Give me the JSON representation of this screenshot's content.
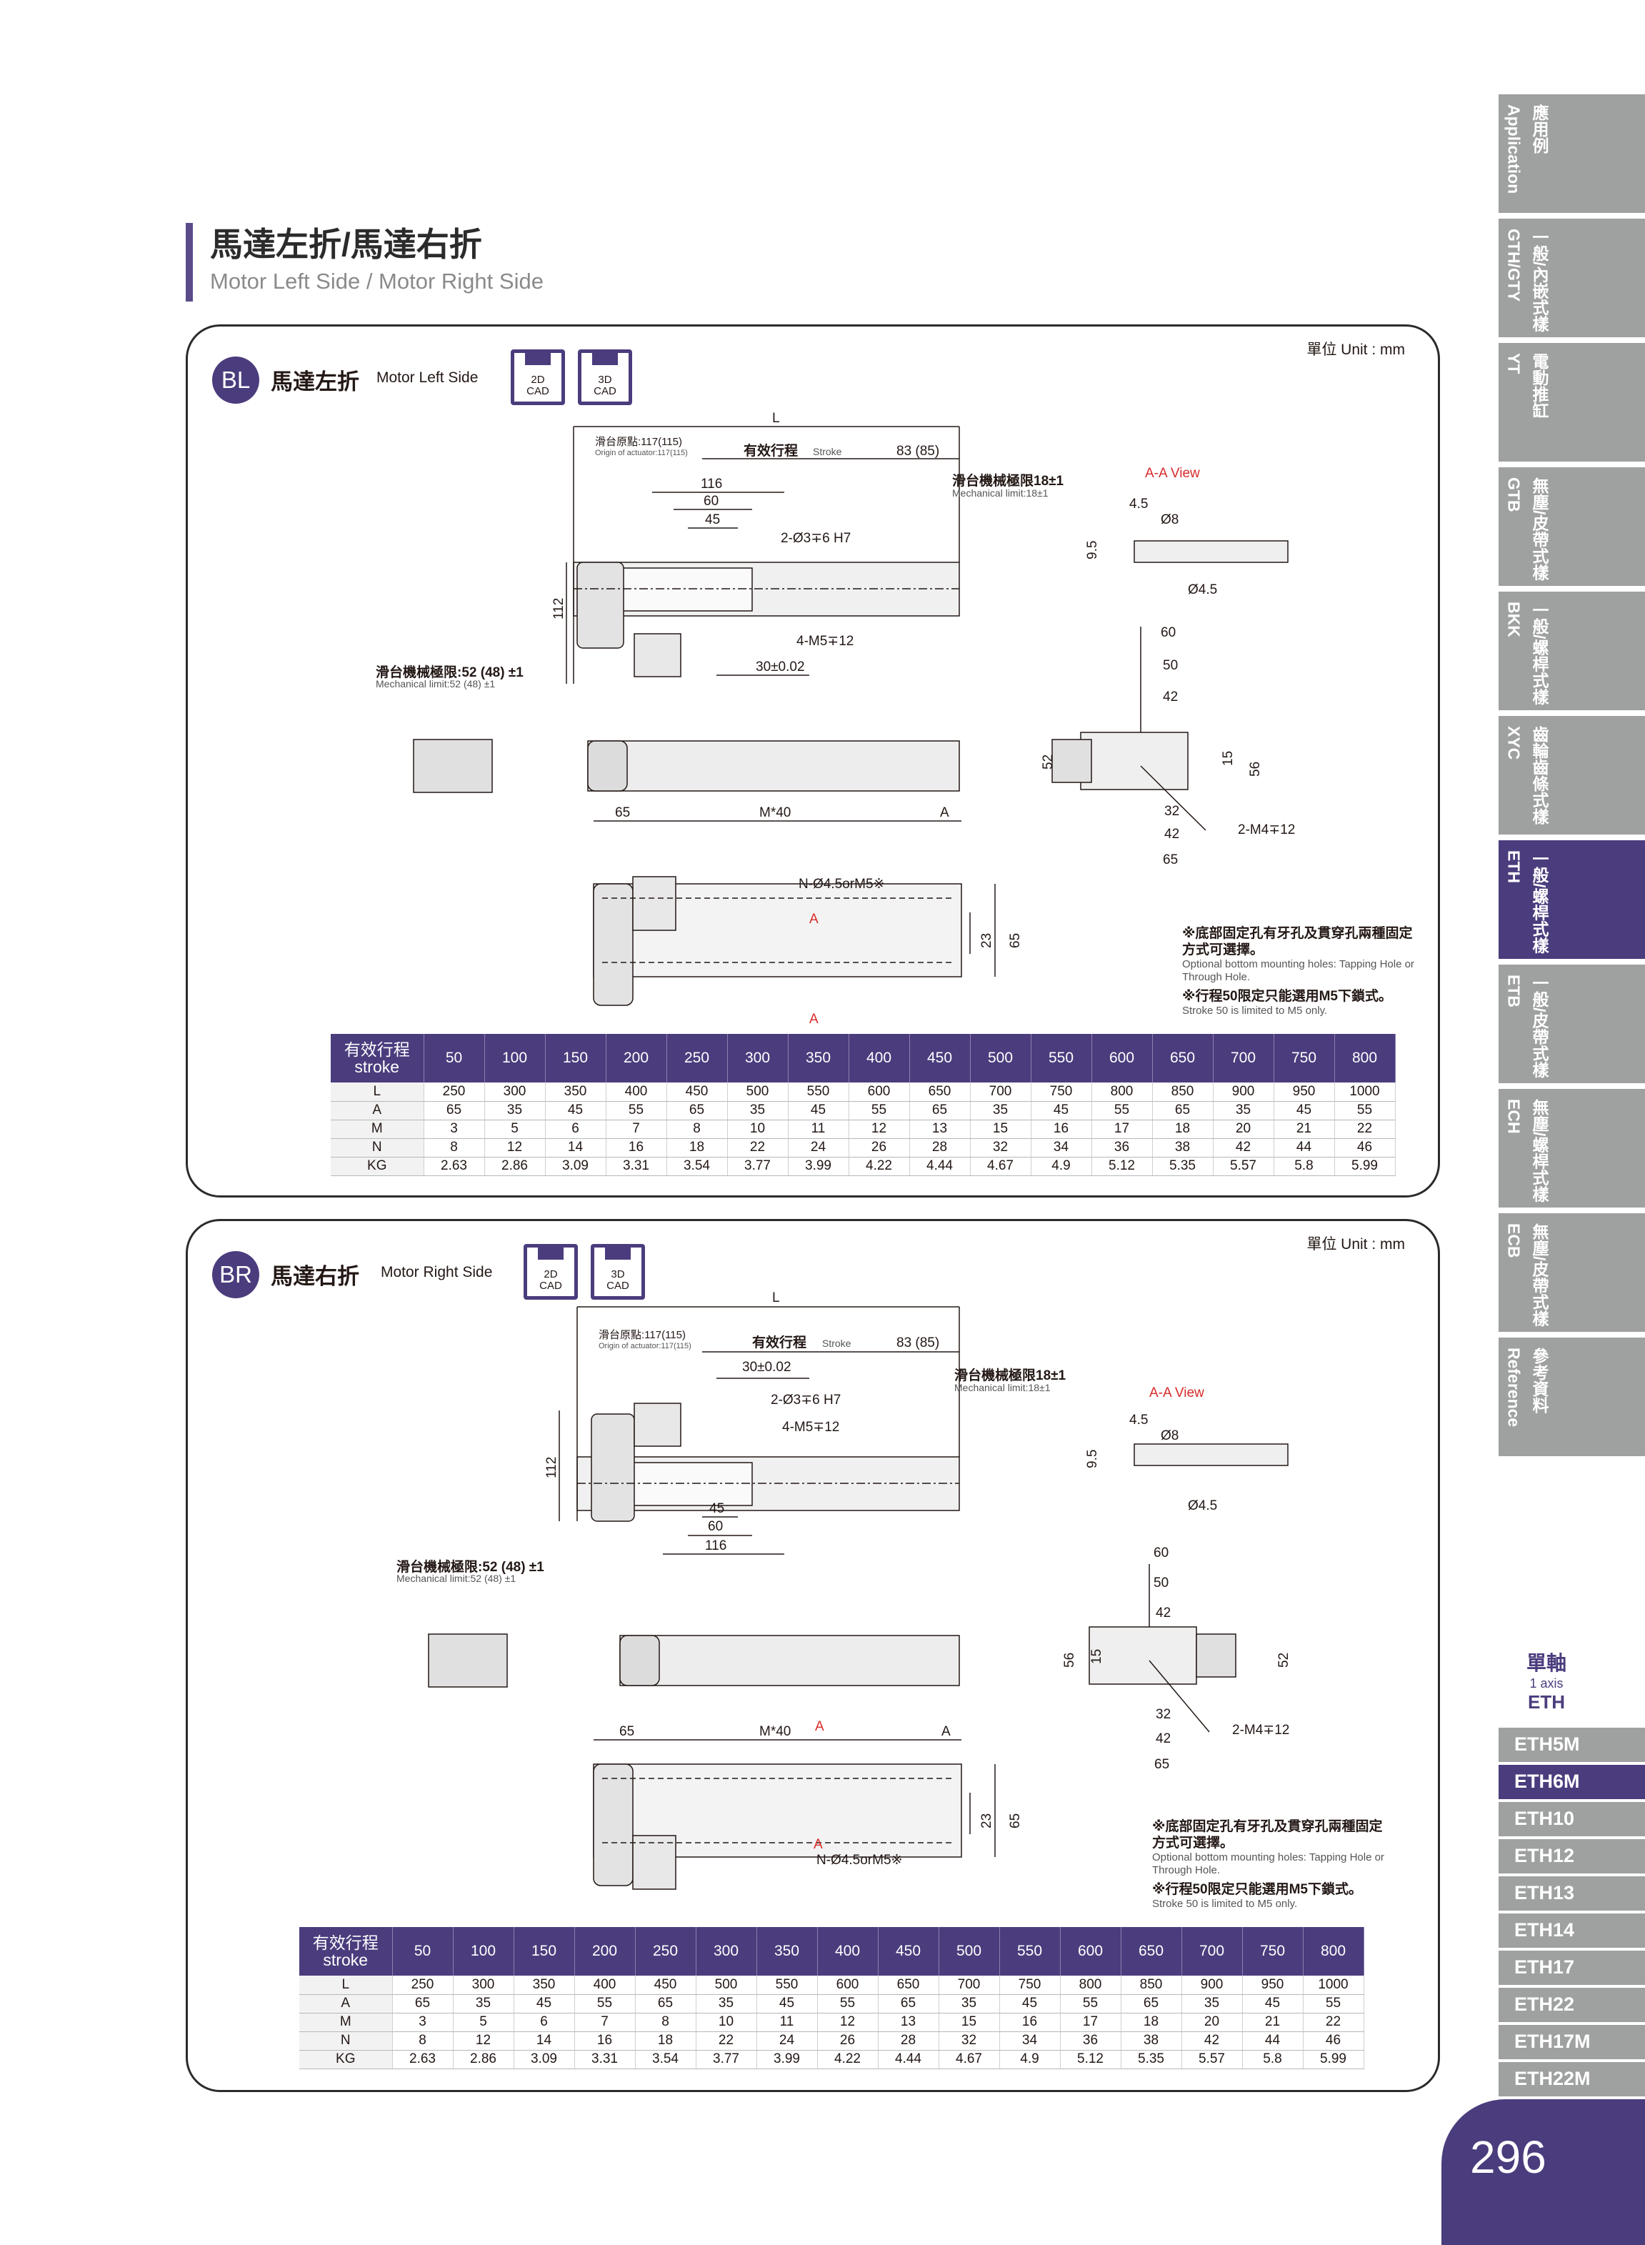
{
  "header": {
    "title_cn": "馬達左折/馬達右折",
    "title_en": "Motor Left Side / Motor Right Side"
  },
  "side_tabs": [
    {
      "line1": "應用例",
      "line2": "Application",
      "active": false
    },
    {
      "line1": "一般/內嵌式樣",
      "line2": "GTH/GTY",
      "active": false
    },
    {
      "line1": "電動推缸",
      "line2": "YT",
      "active": false
    },
    {
      "line1": "無塵/皮帶式樣",
      "line2": "GTB",
      "active": false
    },
    {
      "line1": "一般/螺桿式樣",
      "line2": "BKK",
      "active": false
    },
    {
      "line1": "齒輪齒條式樣",
      "line2": "XYC",
      "active": false
    },
    {
      "line1": "一般/螺桿式樣",
      "line2": "ETH",
      "active": true
    },
    {
      "line1": "一般/皮帶式樣",
      "line2": "ETB",
      "active": false
    },
    {
      "line1": "無塵/螺桿式樣",
      "line2": "ECH",
      "active": false
    },
    {
      "line1": "無塵/皮帶式樣",
      "line2": "ECB",
      "active": false
    },
    {
      "line1": "參考資料",
      "line2": "Reference",
      "active": false
    }
  ],
  "axis": {
    "cn": "單軸",
    "en": "1 axis",
    "model": "ETH"
  },
  "models": [
    {
      "label": "ETH5M",
      "active": false
    },
    {
      "label": "ETH6M",
      "active": true
    },
    {
      "label": "ETH10",
      "active": false
    },
    {
      "label": "ETH12",
      "active": false
    },
    {
      "label": "ETH13",
      "active": false
    },
    {
      "label": "ETH14",
      "active": false
    },
    {
      "label": "ETH17",
      "active": false
    },
    {
      "label": "ETH22",
      "active": false
    },
    {
      "label": "ETH17M",
      "active": false
    },
    {
      "label": "ETH22M",
      "active": false
    }
  ],
  "page_number": "296",
  "colors": {
    "brand": "#4b3c7d",
    "tab_gray": "#9fa0a0",
    "red": "#d72a2a",
    "blue": "#2b8ed9"
  },
  "sections": [
    {
      "badge": "BL",
      "title_cn": "馬達左折",
      "title_en": "Motor Left Side",
      "unit": "單位 Unit : mm",
      "cad_2d": [
        "2D",
        "CAD"
      ],
      "cad_3d": [
        "3D",
        "CAD"
      ],
      "dims": {
        "L": "L",
        "origin_cn": "滑台原點:117(115)",
        "origin_en": "Origin of actuator:117(115)",
        "stroke_cn": "有效行程",
        "stroke_en": "Stroke",
        "stroke_end": "83 (85)",
        "mech_cn": "滑台機械極限18±1",
        "mech_en": "Mechanical limit:18±1",
        "mech52_cn": "滑台機械極限:52 (48) ±1",
        "mech52_en": "Mechanical limit:52 (48) ±1",
        "d116": "116",
        "d60": "60",
        "d45": "45",
        "pin": "2-Ø3∓6 H7",
        "tap": "4-M5∓12",
        "d30": "30±0.02",
        "d112": "112",
        "aa_view": "A-A View",
        "d4_5": "4.5",
        "o8": "Ø8",
        "d9_5": "9.5",
        "o4_5": "Ø4.5",
        "e60": "60",
        "e50": "50",
        "e42": "42",
        "e52": "52",
        "e15": "15",
        "e56": "56",
        "e32": "32",
        "e42b": "42",
        "e65": "65",
        "m4": "2-M4∓12",
        "b65": "65",
        "bm40": "M*40",
        "bA": "A",
        "hole": "N-Ø4.5orM5※",
        "secA": "A",
        "d23": "23",
        "d65v": "65"
      },
      "notes": {
        "n1_cn": "※底部固定孔有牙孔及貫穿孔兩種固定方式可選擇。",
        "n1_en": "Optional bottom mounting holes: Tapping Hole or Through Hole.",
        "n2_cn": "※行程50限定只能選用M5下鎖式。",
        "n2_en": "Stroke 50 is limited to M5 only."
      },
      "table": {
        "head_cn": "有效行程",
        "head_en": "stroke",
        "strokes": [
          "50",
          "100",
          "150",
          "200",
          "250",
          "300",
          "350",
          "400",
          "450",
          "500",
          "550",
          "600",
          "650",
          "700",
          "750",
          "800"
        ],
        "rows": [
          {
            "label": "L",
            "values": [
              "250",
              "300",
              "350",
              "400",
              "450",
              "500",
              "550",
              "600",
              "650",
              "700",
              "750",
              "800",
              "850",
              "900",
              "950",
              "1000"
            ]
          },
          {
            "label": "A",
            "values": [
              "65",
              "35",
              "45",
              "55",
              "65",
              "35",
              "45",
              "55",
              "65",
              "35",
              "45",
              "55",
              "65",
              "35",
              "45",
              "55"
            ]
          },
          {
            "label": "M",
            "values": [
              "3",
              "5",
              "6",
              "7",
              "8",
              "10",
              "11",
              "12",
              "13",
              "15",
              "16",
              "17",
              "18",
              "20",
              "21",
              "22"
            ]
          },
          {
            "label": "N",
            "values": [
              "8",
              "12",
              "14",
              "16",
              "18",
              "22",
              "24",
              "26",
              "28",
              "32",
              "34",
              "36",
              "38",
              "42",
              "44",
              "46"
            ]
          },
          {
            "label": "KG",
            "values": [
              "2.63",
              "2.86",
              "3.09",
              "3.31",
              "3.54",
              "3.77",
              "3.99",
              "4.22",
              "4.44",
              "4.67",
              "4.9",
              "5.12",
              "5.35",
              "5.57",
              "5.8",
              "5.99"
            ]
          }
        ]
      }
    },
    {
      "badge": "BR",
      "title_cn": "馬達右折",
      "title_en": "Motor Right Side",
      "unit": "單位 Unit : mm",
      "cad_2d": [
        "2D",
        "CAD"
      ],
      "cad_3d": [
        "3D",
        "CAD"
      ],
      "dims": {
        "L": "L",
        "origin_cn": "滑台原點:117(115)",
        "origin_en": "Origin of actuator:117(115)",
        "stroke_cn": "有效行程",
        "stroke_en": "Stroke",
        "stroke_end": "83 (85)",
        "mech_cn": "滑台機械極限18±1",
        "mech_en": "Mechanical limit:18±1",
        "mech52_cn": "滑台機械極限:52 (48) ±1",
        "mech52_en": "Mechanical limit:52 (48) ±1",
        "d116": "116",
        "d60": "60",
        "d45": "45",
        "pin": "2-Ø3∓6 H7",
        "tap": "4-M5∓12",
        "d30": "30±0.02",
        "d112": "112",
        "aa_view": "A-A View",
        "d4_5": "4.5",
        "o8": "Ø8",
        "d9_5": "9.5",
        "o4_5": "Ø4.5",
        "e60": "60",
        "e50": "50",
        "e42": "42",
        "e52": "52",
        "e15": "15",
        "e56": "56",
        "e32": "32",
        "e42b": "42",
        "e65": "65",
        "m4": "2-M4∓12",
        "b65": "65",
        "bm40": "M*40",
        "bA": "A",
        "hole": "N-Ø4.5orM5※",
        "secA": "A",
        "d23": "23",
        "d65v": "65"
      },
      "notes": {
        "n1_cn": "※底部固定孔有牙孔及貫穿孔兩種固定方式可選擇。",
        "n1_en": "Optional bottom mounting holes: Tapping Hole or Through Hole.",
        "n2_cn": "※行程50限定只能選用M5下鎖式。",
        "n2_en": "Stroke 50 is limited to M5 only."
      },
      "table": {
        "head_cn": "有效行程",
        "head_en": "stroke",
        "strokes": [
          "50",
          "100",
          "150",
          "200",
          "250",
          "300",
          "350",
          "400",
          "450",
          "500",
          "550",
          "600",
          "650",
          "700",
          "750",
          "800"
        ],
        "rows": [
          {
            "label": "L",
            "values": [
              "250",
              "300",
              "350",
              "400",
              "450",
              "500",
              "550",
              "600",
              "650",
              "700",
              "750",
              "800",
              "850",
              "900",
              "950",
              "1000"
            ]
          },
          {
            "label": "A",
            "values": [
              "65",
              "35",
              "45",
              "55",
              "65",
              "35",
              "45",
              "55",
              "65",
              "35",
              "45",
              "55",
              "65",
              "35",
              "45",
              "55"
            ]
          },
          {
            "label": "M",
            "values": [
              "3",
              "5",
              "6",
              "7",
              "8",
              "10",
              "11",
              "12",
              "13",
              "15",
              "16",
              "17",
              "18",
              "20",
              "21",
              "22"
            ]
          },
          {
            "label": "N",
            "values": [
              "8",
              "12",
              "14",
              "16",
              "18",
              "22",
              "24",
              "26",
              "28",
              "32",
              "34",
              "36",
              "38",
              "42",
              "44",
              "46"
            ]
          },
          {
            "label": "KG",
            "values": [
              "2.63",
              "2.86",
              "3.09",
              "3.31",
              "3.54",
              "3.77",
              "3.99",
              "4.22",
              "4.44",
              "4.67",
              "4.9",
              "5.12",
              "5.35",
              "5.57",
              "5.8",
              "5.99"
            ]
          }
        ]
      }
    }
  ]
}
